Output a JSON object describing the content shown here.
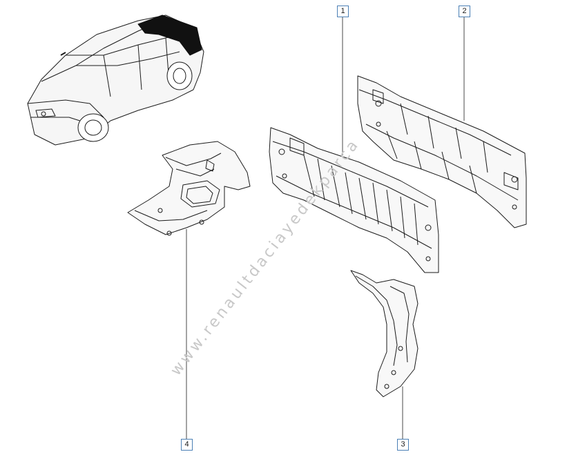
{
  "callouts": [
    {
      "id": "1",
      "label": "1"
    },
    {
      "id": "2",
      "label": "2"
    },
    {
      "id": "3",
      "label": "3"
    },
    {
      "id": "4",
      "label": "4"
    }
  ],
  "watermark": "www.renaultdaciayedekparca",
  "colors": {
    "line": "#1a1a1a",
    "callout_border": "#4a7fb5",
    "highlight": "#111111",
    "watermark": "#c8c8c8"
  },
  "icons": [
    "car-illustration",
    "rear-panel-part",
    "rear-crossmember-part",
    "wheel-arch-reinforcement-part",
    "side-trim-panel-part"
  ]
}
